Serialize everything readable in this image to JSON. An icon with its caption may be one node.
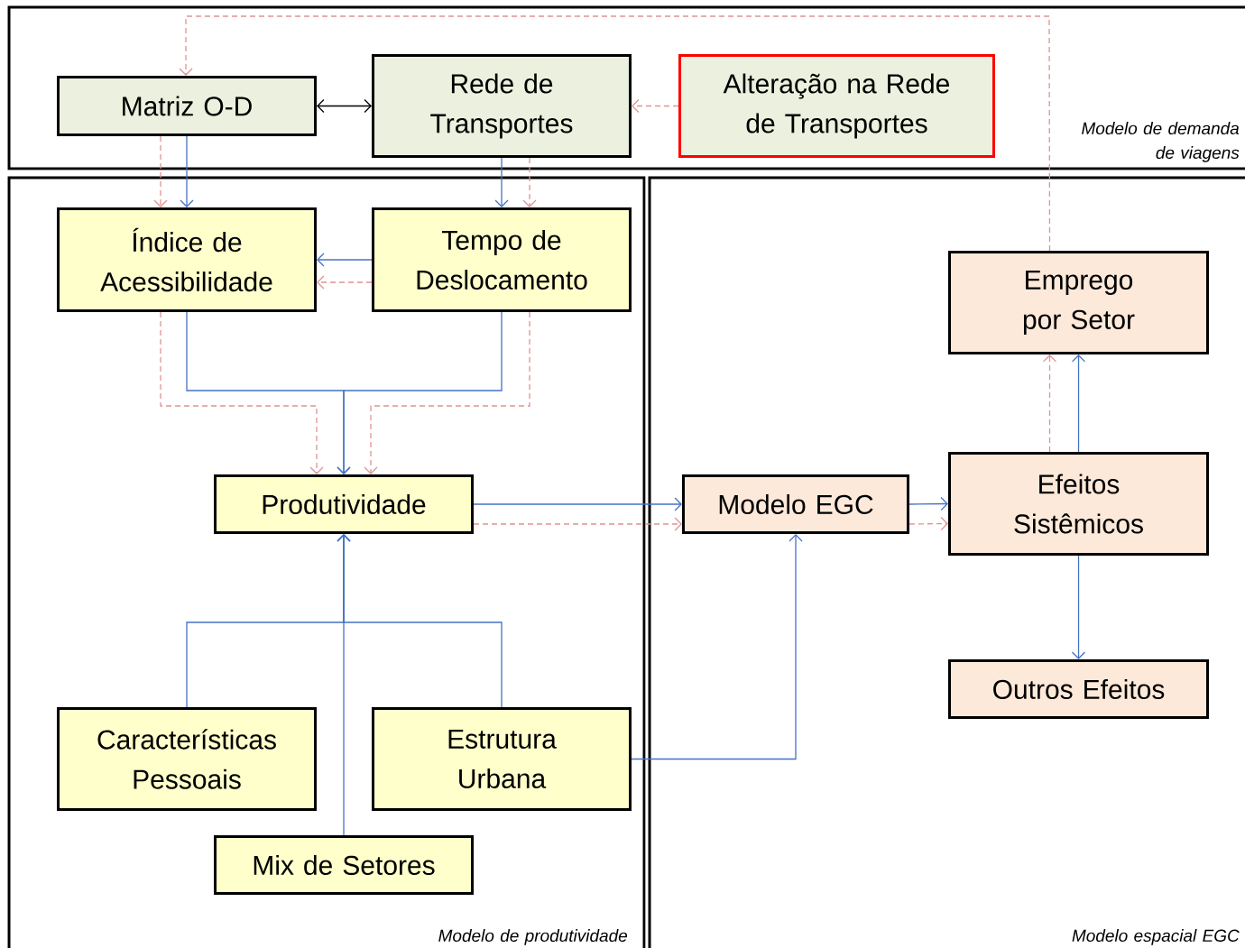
{
  "diagram": {
    "nodes": [
      {
        "text": [
          "Modelo de demanda de viagens"
        ]
      },
      {
        "text": [
          "Matriz O-D"
        ],
        "in": 0
      },
      {
        "text": [
          "Rede de Transportes"
        ],
        "in": 0
      },
      {
        "text": [
          "Alteração na Rede de Transportes"
        ],
        "in": 0
      },
      {
        "text": [
          "Modelo de produtividade"
        ]
      },
      {
        "text": [
          "Índice de Acessibilidade"
        ],
        "in": 4
      },
      {
        "text": [
          "Tempo de Deslocamento"
        ],
        "in": 4
      },
      {
        "text": [
          "Produtividade"
        ],
        "in": 4
      },
      {
        "text": [
          "Características Pessoais"
        ],
        "in": 4
      },
      {
        "text": [
          "Estrutura Urbana"
        ],
        "in": 4
      },
      {
        "text": [
          "Mix de Setores"
        ],
        "in": 4
      },
      {
        "text": [
          "Modelo espacial EGC"
        ]
      },
      {
        "text": [
          "Emprego por Setor"
        ],
        "in": 11
      },
      {
        "text": [
          "Modelo EGC"
        ],
        "in": 11
      },
      {
        "text": [
          "Efeitos Sistêmicos"
        ],
        "in": 11
      },
      {
        "text": [
          "Outros Efeitos"
        ],
        "in": 11
      }
    ],
    "edges": [
      {
        "from": 1,
        "to": 2,
        "arrow": "both",
        "color": "#000000"
      },
      {
        "from": 3,
        "to": 2,
        "arrow": "to",
        "style": "dashed",
        "color": "#e09393"
      },
      {
        "from": 12,
        "to": 1,
        "arrow": "to",
        "style": "dashed",
        "color": "#e09393"
      },
      {
        "from": 1,
        "to": 5,
        "arrow": "to"
      },
      {
        "from": 1,
        "to": 5,
        "arrow": "to",
        "style": "dashed",
        "color": "#e09393"
      },
      {
        "from": 2,
        "to": 6,
        "arrow": "to"
      },
      {
        "from": 2,
        "to": 6,
        "arrow": "to",
        "style": "dashed",
        "color": "#e09393"
      },
      {
        "from": 6,
        "to": 5,
        "arrow": "to"
      },
      {
        "from": 6,
        "to": 5,
        "arrow": "to",
        "style": "dashed",
        "color": "#e09393"
      },
      {
        "from": 5,
        "to": 7,
        "arrow": "to"
      },
      {
        "from": 6,
        "to": 7,
        "arrow": "to"
      },
      {
        "from": 5,
        "to": 7,
        "arrow": "to",
        "style": "dashed",
        "color": "#e09393"
      },
      {
        "from": 6,
        "to": 7,
        "arrow": "to",
        "style": "dashed",
        "color": "#e09393"
      },
      {
        "from": 7,
        "to": 13,
        "arrow": "to"
      },
      {
        "from": 7,
        "to": 13,
        "arrow": "to",
        "style": "dashed",
        "color": "#e09393"
      },
      {
        "from": 8,
        "to": 7,
        "arrow": "to"
      },
      {
        "from": 9,
        "to": 7,
        "arrow": "to"
      },
      {
        "from": 10,
        "to": 7,
        "arrow": "to"
      },
      {
        "from": 9,
        "to": 13,
        "arrow": "to"
      },
      {
        "from": 13,
        "to": 14,
        "arrow": "to"
      },
      {
        "from": 13,
        "to": 14,
        "arrow": "to",
        "style": "dashed",
        "color": "#e09393"
      },
      {
        "from": 14,
        "to": 12,
        "arrow": "to"
      },
      {
        "from": 14,
        "to": 12,
        "arrow": "to",
        "style": "dashed",
        "color": "#e09393"
      },
      {
        "from": 14,
        "to": 15,
        "arrow": "to"
      }
    ]
  }
}
